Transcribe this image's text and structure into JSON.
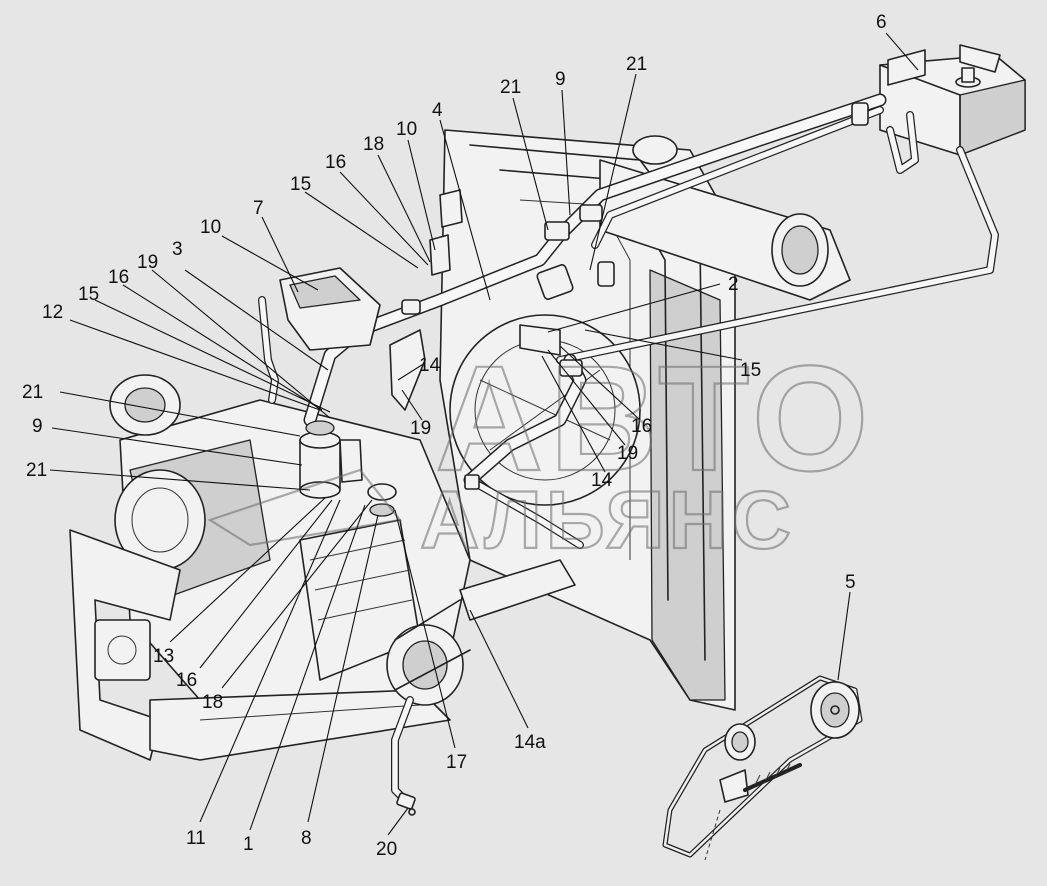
{
  "watermark": {
    "line1": "АВТО",
    "line2": "АЛЬЯНС",
    "stroke_color": "#6a6a6a"
  },
  "callouts": [
    {
      "id": "c-6",
      "text": "6"
    },
    {
      "id": "c-21-top",
      "text": "21"
    },
    {
      "id": "c-9-top",
      "text": "9"
    },
    {
      "id": "c-21-top-right",
      "text": "21"
    },
    {
      "id": "c-4",
      "text": "4"
    },
    {
      "id": "c-10-top",
      "text": "10"
    },
    {
      "id": "c-18-top",
      "text": "18"
    },
    {
      "id": "c-16-top",
      "text": "16"
    },
    {
      "id": "c-15-top",
      "text": "15"
    },
    {
      "id": "c-7",
      "text": "7"
    },
    {
      "id": "c-10-left",
      "text": "10"
    },
    {
      "id": "c-3",
      "text": "3"
    },
    {
      "id": "c-19-left",
      "text": "19"
    },
    {
      "id": "c-16-left",
      "text": "16"
    },
    {
      "id": "c-15-left",
      "text": "15"
    },
    {
      "id": "c-12",
      "text": "12"
    },
    {
      "id": "c-2",
      "text": "2"
    },
    {
      "id": "c-14-mid",
      "text": "14"
    },
    {
      "id": "c-15-right",
      "text": "15"
    },
    {
      "id": "c-21-left",
      "text": "21"
    },
    {
      "id": "c-19-mid",
      "text": "19"
    },
    {
      "id": "c-16-right",
      "text": "16"
    },
    {
      "id": "c-9-left",
      "text": "9"
    },
    {
      "id": "c-19-right",
      "text": "19"
    },
    {
      "id": "c-21-left-low",
      "text": "21"
    },
    {
      "id": "c-14-right",
      "text": "14"
    },
    {
      "id": "c-5",
      "text": "5"
    },
    {
      "id": "c-13",
      "text": "13"
    },
    {
      "id": "c-16-bottom",
      "text": "16"
    },
    {
      "id": "c-18-bottom",
      "text": "18"
    },
    {
      "id": "c-14a",
      "text": "14а"
    },
    {
      "id": "c-17",
      "text": "17"
    },
    {
      "id": "c-11",
      "text": "11"
    },
    {
      "id": "c-1",
      "text": "1"
    },
    {
      "id": "c-8",
      "text": "8"
    },
    {
      "id": "c-20",
      "text": "20"
    }
  ]
}
